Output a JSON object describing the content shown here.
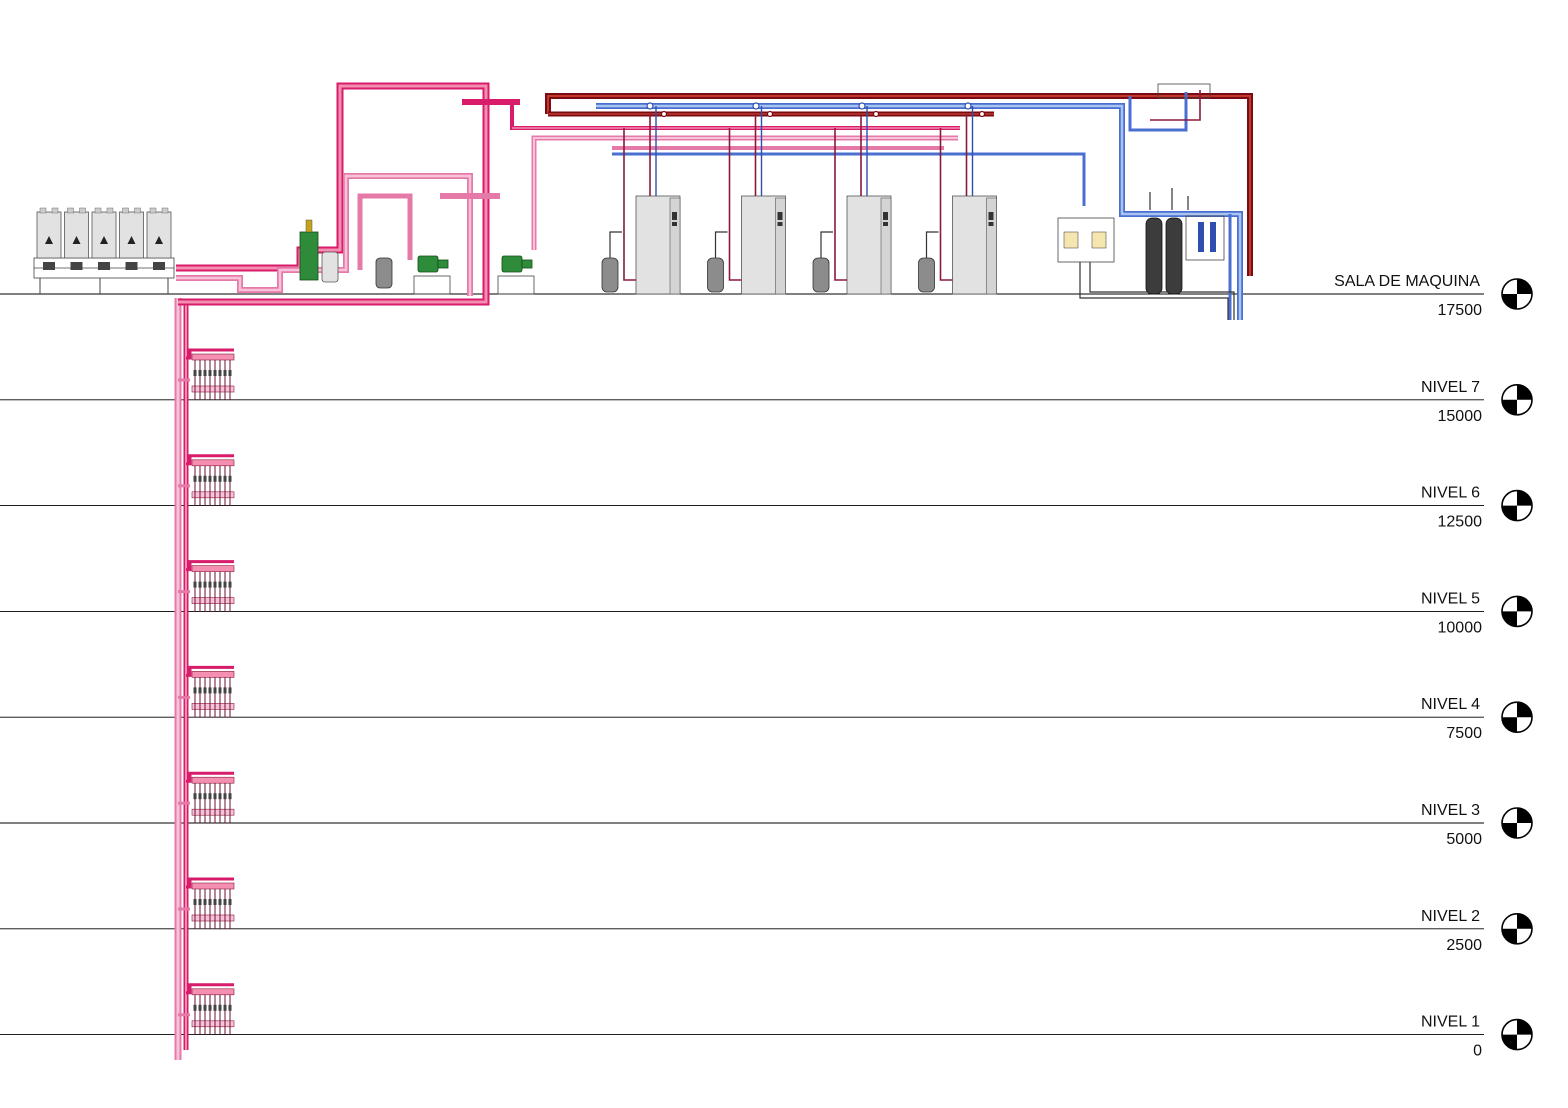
{
  "levels": [
    {
      "name": "SALA DE MAQUINA",
      "elevation": "17500"
    },
    {
      "name": "NIVEL 7",
      "elevation": "15000"
    },
    {
      "name": "NIVEL 6",
      "elevation": "12500"
    },
    {
      "name": "NIVEL 5",
      "elevation": "10000"
    },
    {
      "name": "NIVEL 4",
      "elevation": "7500"
    },
    {
      "name": "NIVEL 3",
      "elevation": "5000"
    },
    {
      "name": "NIVEL 2",
      "elevation": "2500"
    },
    {
      "name": "NIVEL 1",
      "elevation": "0"
    }
  ],
  "colors": {
    "supply_pipe": "#d81b6a",
    "return_pipe": "#e57aa8",
    "primary_pipe": "#7a0a14",
    "cold_water_pipe": "#4a6fd0",
    "circulation_pump": "#2e8b3a"
  },
  "equipment": {
    "outdoor_units": 5,
    "boilers": 4,
    "expansion_tanks": 4,
    "pumps": 2,
    "floor_manifolds": 7
  }
}
